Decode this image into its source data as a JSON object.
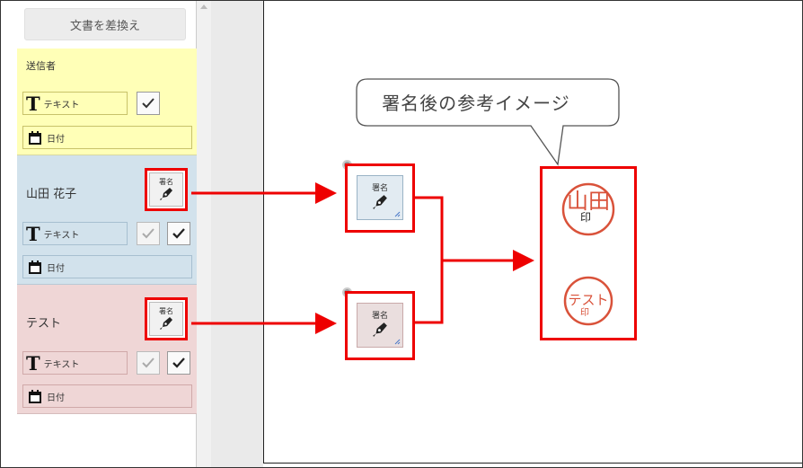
{
  "sidebar": {
    "replace_button": "文書を差換え",
    "sender": {
      "name": "送信者",
      "text_field": "テキスト",
      "date_field": "日付"
    },
    "signers": [
      {
        "name": "山田 花子",
        "signature_label": "署名",
        "text_field": "テキスト",
        "date_field": "日付"
      },
      {
        "name": "テスト",
        "signature_label": "署名",
        "text_field": "テキスト",
        "date_field": "日付"
      }
    ]
  },
  "document": {
    "callout": "署名後の参考イメージ",
    "placed_fields": [
      {
        "label": "署名"
      },
      {
        "label": "署名"
      }
    ],
    "preview_seals": [
      {
        "text": "山田",
        "extra": "印"
      },
      {
        "text": "テスト",
        "extra": "印"
      }
    ]
  },
  "colors": {
    "sender_bg": "#ffffb7",
    "signer1_bg": "#d2e2ec",
    "signer2_bg": "#efd6d6",
    "highlight": "#ee0000",
    "seal": "#d9523a"
  }
}
